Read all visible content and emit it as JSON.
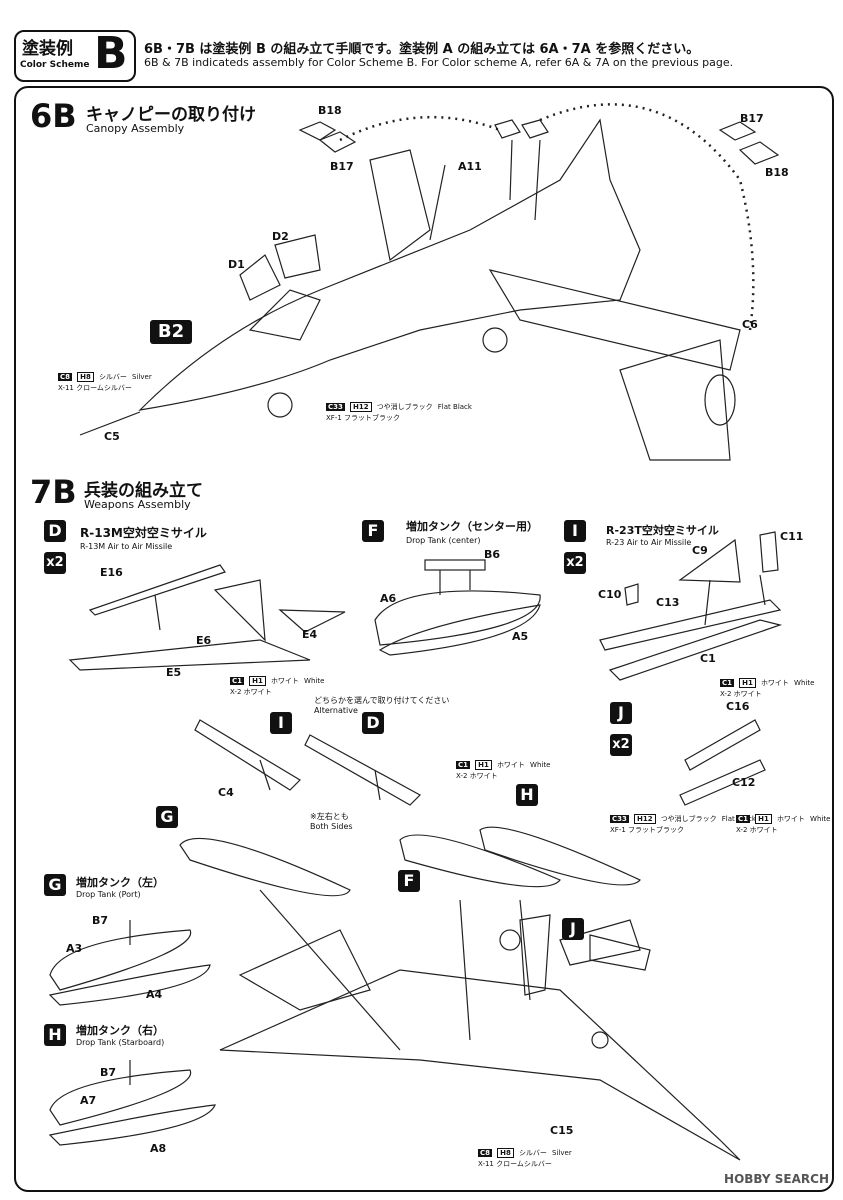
{
  "header": {
    "title_jp": "塗装例",
    "title_en": "Color Scheme",
    "scheme_letter": "B",
    "instruction_jp": "6B・7B は塗装例 B の組み立て手順です。塗装例 A の組み立ては 6A・7A を参照ください。",
    "instruction_en": "6B & 7B indicateds assembly for Color Scheme B. For Color scheme A, refer 6A & 7A on the previous page."
  },
  "step6b": {
    "number": "6B",
    "title_jp": "キャノピーの取り付け",
    "title_en": "Canopy Assembly",
    "marker": "B2",
    "parts": [
      "B18",
      "B17",
      "A11",
      "D2",
      "D1",
      "B17",
      "B18",
      "C6",
      "C5"
    ],
    "paint_c8": {
      "code": "C8",
      "h": "H8",
      "jp": "シルバー",
      "en": "Silver",
      "x": "X-11 クロームシルバー"
    },
    "paint_c33": {
      "code": "C33",
      "h": "H12",
      "jp": "つや消しブラック",
      "en": "Flat Black",
      "x": "XF-1 フラットブラック"
    }
  },
  "step7b": {
    "number": "7B",
    "title_jp": "兵装の組み立て",
    "title_en": "Weapons Assembly",
    "d": {
      "letter": "D",
      "qty": "x2",
      "jp": "R-13M空対空ミサイル",
      "en": "R-13M Air to Air Missile",
      "parts": [
        "E16",
        "E6",
        "E4",
        "E5"
      ]
    },
    "f": {
      "letter": "F",
      "jp": "増加タンク（センター用）",
      "en": "Drop Tank (center)",
      "parts": [
        "B6",
        "A6",
        "A5"
      ]
    },
    "i": {
      "letter": "I",
      "qty": "x2",
      "jp": "R-23T空対空ミサイル",
      "en": "R-23 Air to Air Missile",
      "parts": [
        "C9",
        "C11",
        "C10",
        "C13",
        "C1"
      ]
    },
    "paint_c1": {
      "code": "C1",
      "h": "H1",
      "jp": "ホワイト",
      "en": "White",
      "x": "X-2 ホワイト"
    },
    "alt_jp": "どちらかを選んで取り付けてください",
    "alt_en": "Alternative",
    "alt_parts": "C4",
    "both_jp": "※左右とも",
    "both_en": "Both Sides",
    "j": {
      "letter": "J",
      "qty": "x2",
      "parts": [
        "C16",
        "C12"
      ]
    },
    "g": {
      "letter": "G",
      "jp": "増加タンク（左）",
      "en": "Drop Tank (Port)",
      "parts": [
        "B7",
        "A3",
        "A4"
      ]
    },
    "h": {
      "letter": "H",
      "jp": "増加タンク（右）",
      "en": "Drop Tank (Starboard)",
      "parts": [
        "B7",
        "A7",
        "A8"
      ]
    },
    "final_part": "C15",
    "paint_c8": {
      "code": "C8",
      "h": "H8",
      "jp": "シルバー",
      "en": "Silver",
      "x": "X-11 クロームシルバー"
    }
  },
  "watermark": "HOBBY SEARCH"
}
